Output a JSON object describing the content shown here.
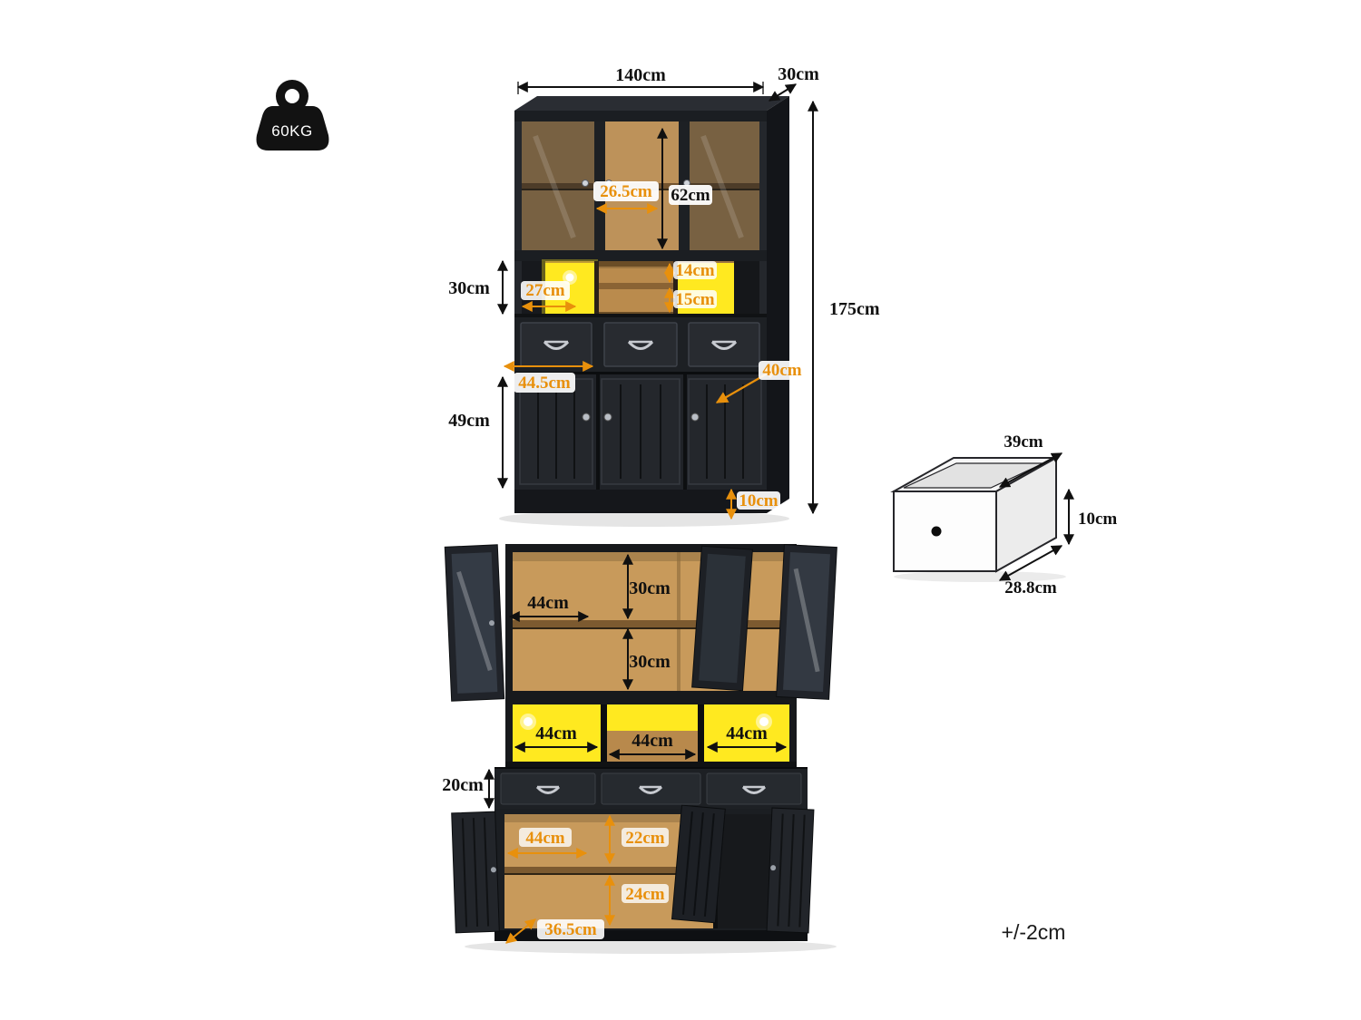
{
  "page": {
    "background": "#ffffff",
    "tolerance_note": "+/-2cm"
  },
  "badge": {
    "weight_capacity": "60KG",
    "icon": "kettlebell-weight-icon"
  },
  "colors": {
    "accent_orange": "#e8900c",
    "led_yellow": "#ffe920",
    "wood": "#c89a5b",
    "cabinet_black": "#202328",
    "text_black": "#101010"
  },
  "front_view": {
    "overall_width": "140cm",
    "overall_depth": "30cm",
    "overall_height": "175cm",
    "glass_shelf_width": "26.5cm",
    "glass_door_height": "62cm",
    "open_shelf_height": "30cm",
    "open_shelf_depth": "27cm",
    "cubby_top_height": "14cm",
    "cubby_bottom_height": "15cm",
    "drawer_width": "44.5cm",
    "base_depth": "40cm",
    "lower_door_height": "49cm",
    "plinth_height": "10cm"
  },
  "drawer_detail": {
    "depth": "39cm",
    "height": "10cm",
    "width": "28.8cm"
  },
  "open_view": {
    "upper_shelf_width": "44cm",
    "upper_top_height": "30cm",
    "upper_bottom_height": "30cm",
    "led_left_width": "44cm",
    "led_center_width": "44cm",
    "led_right_width": "44cm",
    "drawer_height": "20cm",
    "lower_shelf_width": "44cm",
    "lower_top_height": "22cm",
    "lower_bottom_height": "24cm",
    "lower_depth": "36.5cm"
  }
}
